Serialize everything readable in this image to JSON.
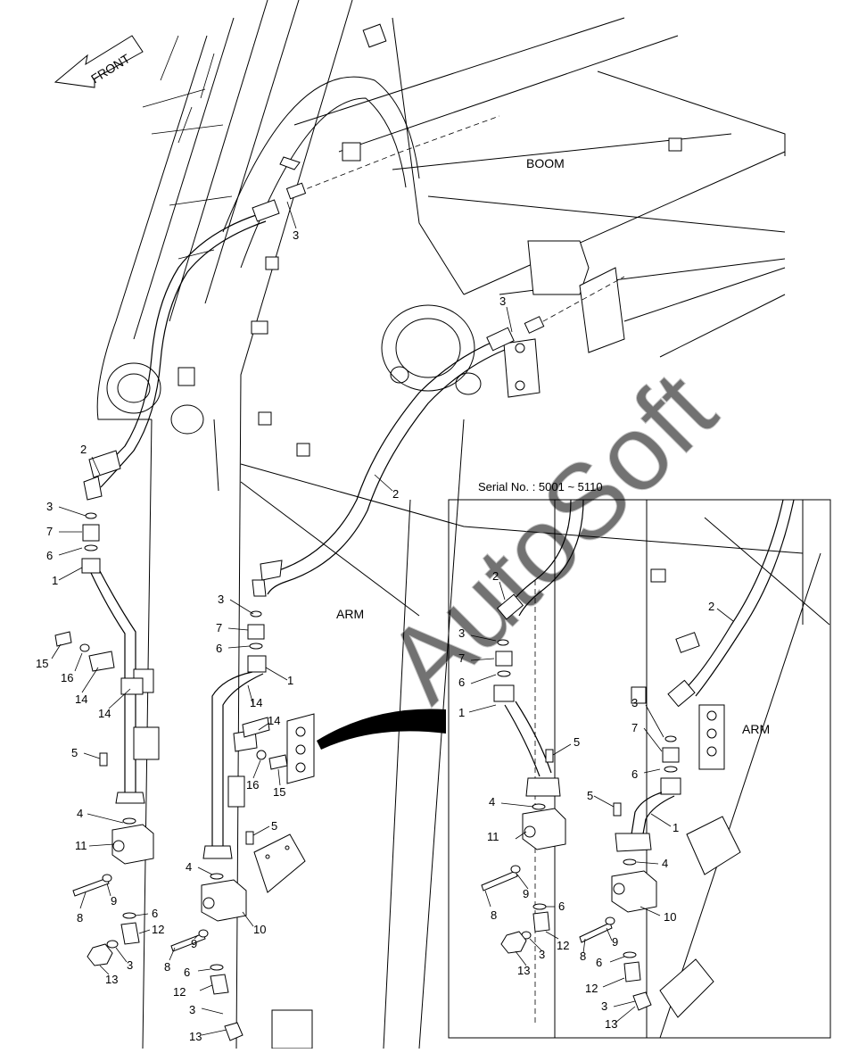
{
  "header": {
    "mark": ""
  },
  "direction": {
    "label": "FRONT"
  },
  "labels": {
    "boom": "BOOM",
    "arm_main": "ARM",
    "arm_inset": "ARM"
  },
  "inset": {
    "serial": "Serial No. : 5001 ~ 5110"
  },
  "watermark": {
    "text": "AutoSoft"
  },
  "callouts": {
    "c2a": "2",
    "c3a": "3",
    "c7a": "7",
    "c6a": "6",
    "c1a": "1",
    "c15a": "15",
    "c16a": "16",
    "c14a": "14",
    "c14b": "14",
    "c5a": "5",
    "c4a": "4",
    "c11a": "11",
    "c8a": "8",
    "c9a": "9",
    "c6b": "6",
    "c12a": "12",
    "c3b": "3",
    "c13a": "13",
    "c3top": "3",
    "c3boom": "3",
    "c2mid": "2",
    "c3c": "3",
    "c7c": "7",
    "c6c": "6",
    "c1c": "1",
    "c14c": "14",
    "c14d": "14",
    "c16c": "16",
    "c15c": "15",
    "c5c": "5",
    "c4c": "4",
    "c10c": "10",
    "c8c": "8",
    "c9c": "9",
    "c6d": "6",
    "c12c": "12",
    "c3d": "3",
    "c13c": "13",
    "i2a": "2",
    "i3a": "3",
    "i7a": "7",
    "i6a": "6",
    "i1a": "1",
    "i5a": "5",
    "i4a": "4",
    "i11a": "11",
    "i8a": "8",
    "i9a": "9",
    "i6b": "6",
    "i12a": "12",
    "i3b": "3",
    "i13a": "13",
    "i2b": "2",
    "i3c": "3",
    "i7c": "7",
    "i6c": "6",
    "i5b": "5",
    "i1b": "1",
    "i4b": "4",
    "i10b": "10",
    "i9b": "9",
    "i8b": "8",
    "i6d": "6",
    "i12b": "12",
    "i3d": "3",
    "i13b": "13"
  }
}
